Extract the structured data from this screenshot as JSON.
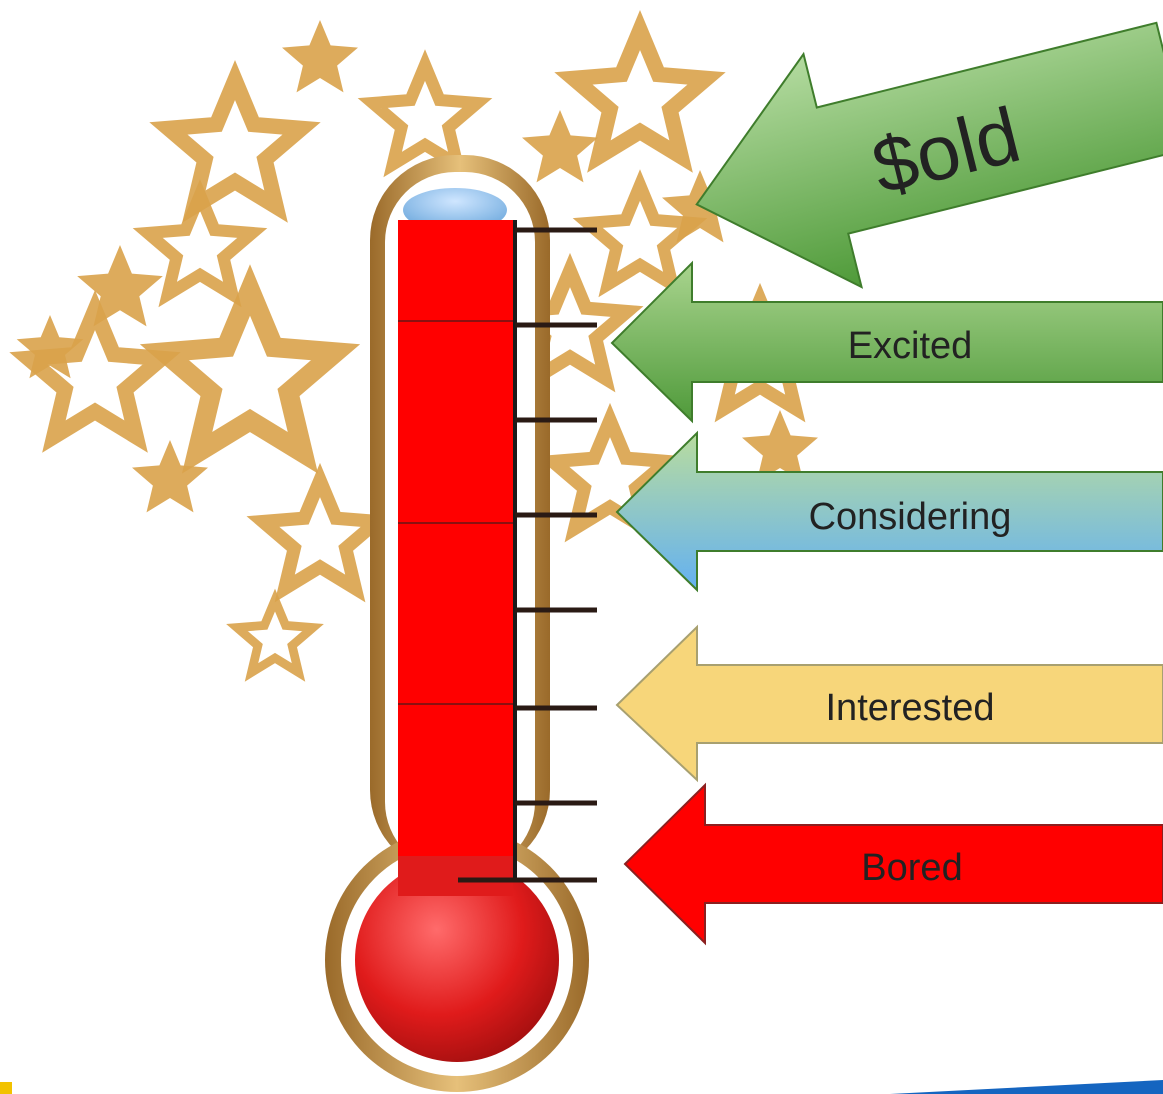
{
  "colors": {
    "star": "#d9a24a",
    "frame": "#b8833a",
    "bulb": "#e01b1b",
    "fill_block": "#ff0000",
    "tick": "#2a1a14",
    "arrow_green_light": "#a6d08a",
    "arrow_green_dark": "#4f9a3a",
    "arrow_blue_top": "#b5d99a",
    "arrow_blue_bottom": "#69b5ef",
    "arrow_yellow": "#f7d67a",
    "arrow_red": "#ff0000",
    "corner_blue": "#1565c0"
  },
  "labels": {
    "sold": "$old",
    "excited": "Excited",
    "considering": "Considering",
    "interested": "Interested",
    "bored": "Bored"
  }
}
